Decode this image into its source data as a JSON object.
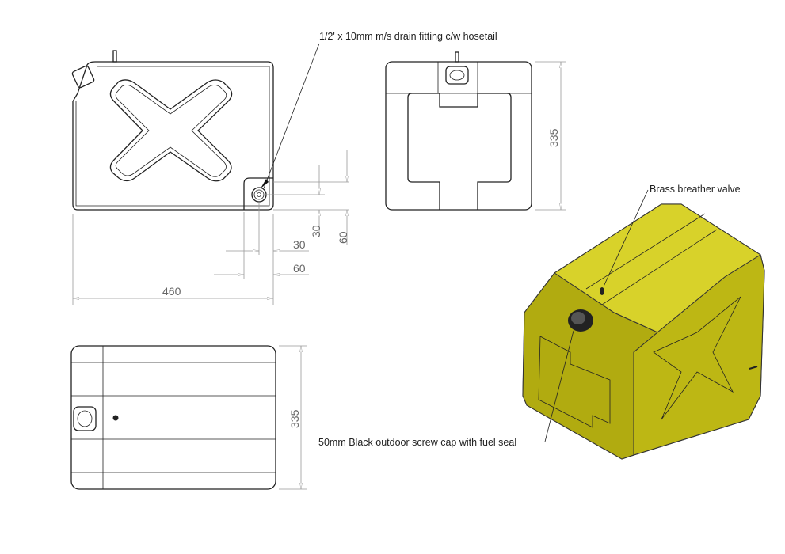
{
  "annotations": {
    "drain_fitting": "1/2' x 10mm m/s drain fitting c/w hosetail",
    "breather_valve": "Brass breather valve",
    "screw_cap": "50mm Black outdoor screw cap with fuel seal"
  },
  "dimensions": {
    "width": "460",
    "height_front": "335",
    "height_bottom": "335",
    "drain_offset_h_small": "30",
    "drain_offset_h_large": "60",
    "drain_offset_v_small": "30",
    "drain_offset_v_large": "60"
  },
  "colors": {
    "tank_fill": "#c9c41a",
    "tank_dark": "#8f8a08",
    "line": "#222222",
    "dimension": "#999999"
  }
}
